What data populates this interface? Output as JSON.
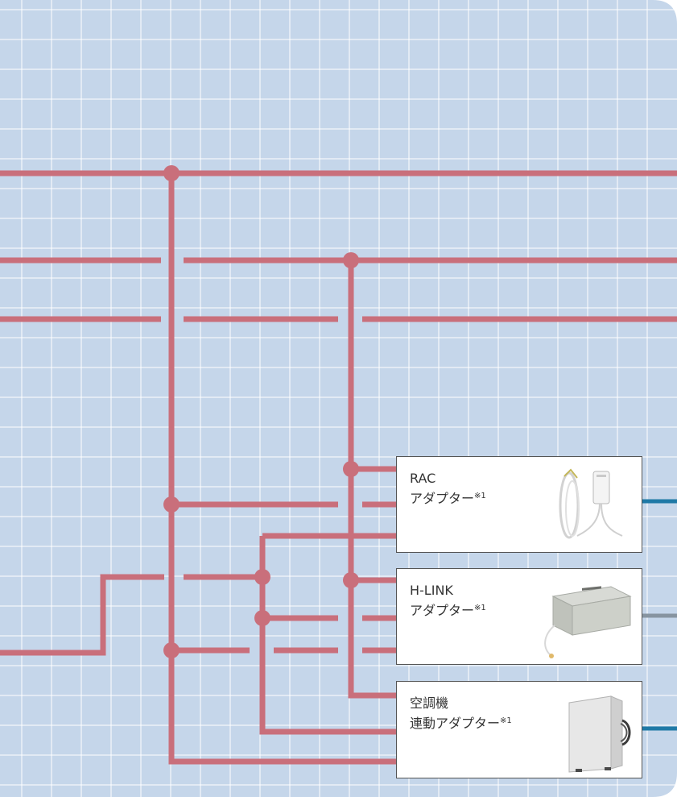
{
  "colors": {
    "background": "#c5d6ea",
    "grid_line": "#ffffff",
    "bus_line": "#c96f7b",
    "rac_out_line": "#1f79a6",
    "hlink_out_line": "#8794a0",
    "cooling_out_line": "#1f79a6",
    "box_border": "#555555"
  },
  "adapters": [
    {
      "id": "rac",
      "title": "RAC",
      "subtitle": "アダプター",
      "note": "※1",
      "icon": "cable-adapter-icon"
    },
    {
      "id": "hlink",
      "title": "H-LINK",
      "subtitle": "アダプター",
      "note": "※1",
      "icon": "metal-box-adapter-icon"
    },
    {
      "id": "cooling",
      "title": "空調機",
      "subtitle": "連動アダプター",
      "note": "※1",
      "icon": "cabinet-adapter-icon"
    }
  ]
}
